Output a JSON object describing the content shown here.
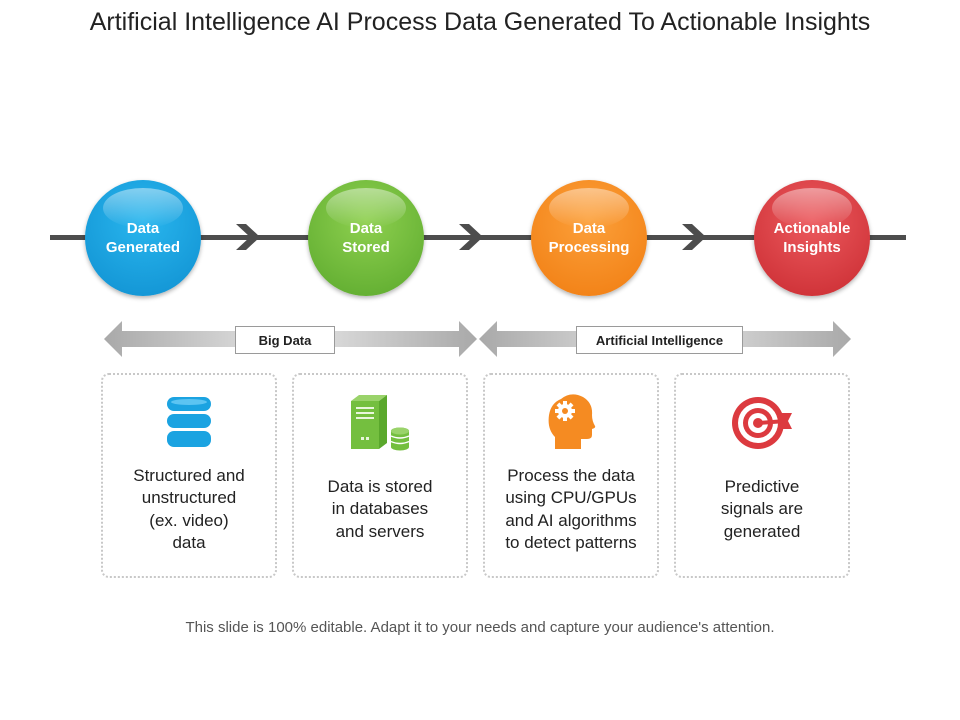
{
  "title": "Artificial Intelligence AI Process Data Generated To Actionable Insights",
  "stages": [
    {
      "label": "Data\nGenerated",
      "color": "#1ba3e1"
    },
    {
      "label": "Data\nStored",
      "color": "#74bf3f"
    },
    {
      "label": "Data\nProcessing",
      "color": "#f58b22"
    },
    {
      "label": "Actionable\nInsights",
      "color": "#dc3a3f"
    }
  ],
  "ranges": [
    {
      "label": "Big Data"
    },
    {
      "label": "Artificial Intelligence"
    }
  ],
  "cards": [
    {
      "icon": "database-icon",
      "text": "Structured and\nunstructured\n(ex. video)\ndata"
    },
    {
      "icon": "server-icon",
      "text": "Data is stored\nin databases\nand servers"
    },
    {
      "icon": "head-gear-icon",
      "text": "Process the data\nusing CPU/GPUs\nand AI algorithms\nto detect patterns"
    },
    {
      "icon": "target-icon",
      "text": "Predictive\nsignals are\ngenerated"
    }
  ],
  "footer": "This slide is 100% editable. Adapt it to your needs and capture your audience's attention."
}
